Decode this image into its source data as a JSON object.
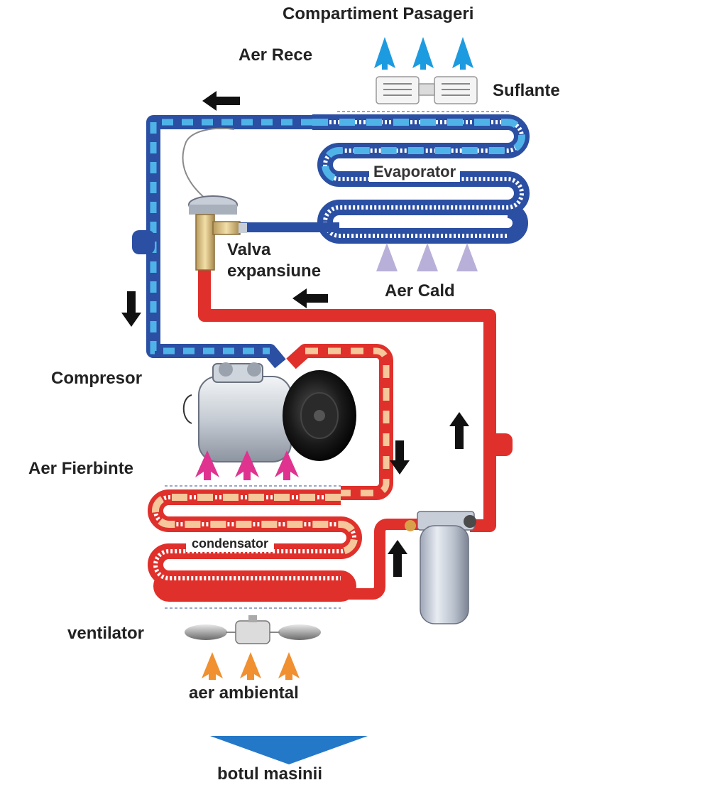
{
  "labels": {
    "passenger_compartment": "Compartiment Pasageri",
    "cold_air": "Aer Rece",
    "blowers": "Suflante",
    "evaporator": "Evaporator",
    "expansion_valve_line1": "Valva",
    "expansion_valve_line2": "expansiune",
    "warm_air": "Aer Cald",
    "compressor": "Compresor",
    "hot_air": "Aer Fierbinte",
    "condenser": "condensator",
    "fan": "ventilator",
    "ambient_air": "aer ambiental",
    "car_front": "botul masinii"
  },
  "colors": {
    "low_pressure_line": "#2b4fa3",
    "low_pressure_dash": "#4fb3e8",
    "high_pressure_line": "#e0302b",
    "high_pressure_dash": "#f6c79a",
    "cold_air_arrow": "#1d9be0",
    "warm_air_arrow": "#b8b0d8",
    "hot_air_arrow": "#e0338f",
    "ambient_air_arrow": "#f09030",
    "flow_arrow": "#111111",
    "front_arrow": "#2478c8"
  },
  "icons": [
    "blower-icon",
    "expansion-valve-icon",
    "compressor-icon",
    "receiver-drier-icon",
    "fan-icon",
    "flow-arrow-icon",
    "air-arrow-icon"
  ]
}
